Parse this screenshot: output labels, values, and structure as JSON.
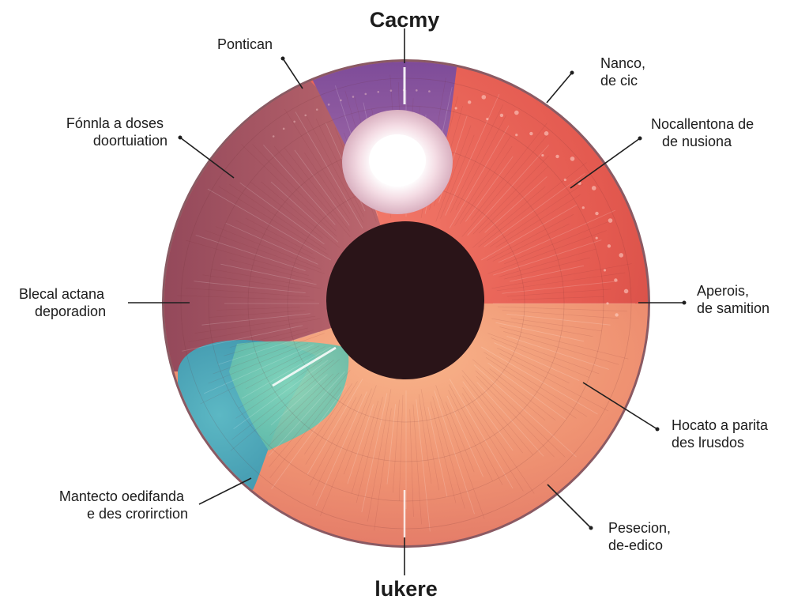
{
  "diagram": {
    "title_top": "Cacmy",
    "title_bottom": "lukere",
    "labels": {
      "top_left": "Pontican",
      "upper_left": [
        "Fónnla a doses",
        "doortuiation"
      ],
      "mid_left": [
        "Blecal actana",
        "deporadion"
      ],
      "lower_left": [
        "Mantecto oedifanda",
        "e des crorirction"
      ],
      "top_right": [
        "Nanco,",
        "de cic"
      ],
      "upper_right": [
        "Nocallentona de",
        "de nusiona"
      ],
      "mid_right": [
        "Aperois,",
        "de samition"
      ],
      "lower_right": [
        "Hocato a parita",
        "des lrusdos"
      ],
      "bottom_right": [
        "Pesecion,",
        "de-edico"
      ]
    },
    "colors": {
      "ring_outline": "#8a5a63",
      "left_wedge": "#a8566a",
      "purple_sector": "#8a5aa0",
      "red_sector": "#d6504a",
      "orange_sector": "#f09a74",
      "lower_sector": "#e8806c",
      "teal_blob": "#4aa8b8",
      "mint_blob": "#6cc8b0",
      "pupil": "#2a1418",
      "highlight": "#ffffff"
    }
  }
}
